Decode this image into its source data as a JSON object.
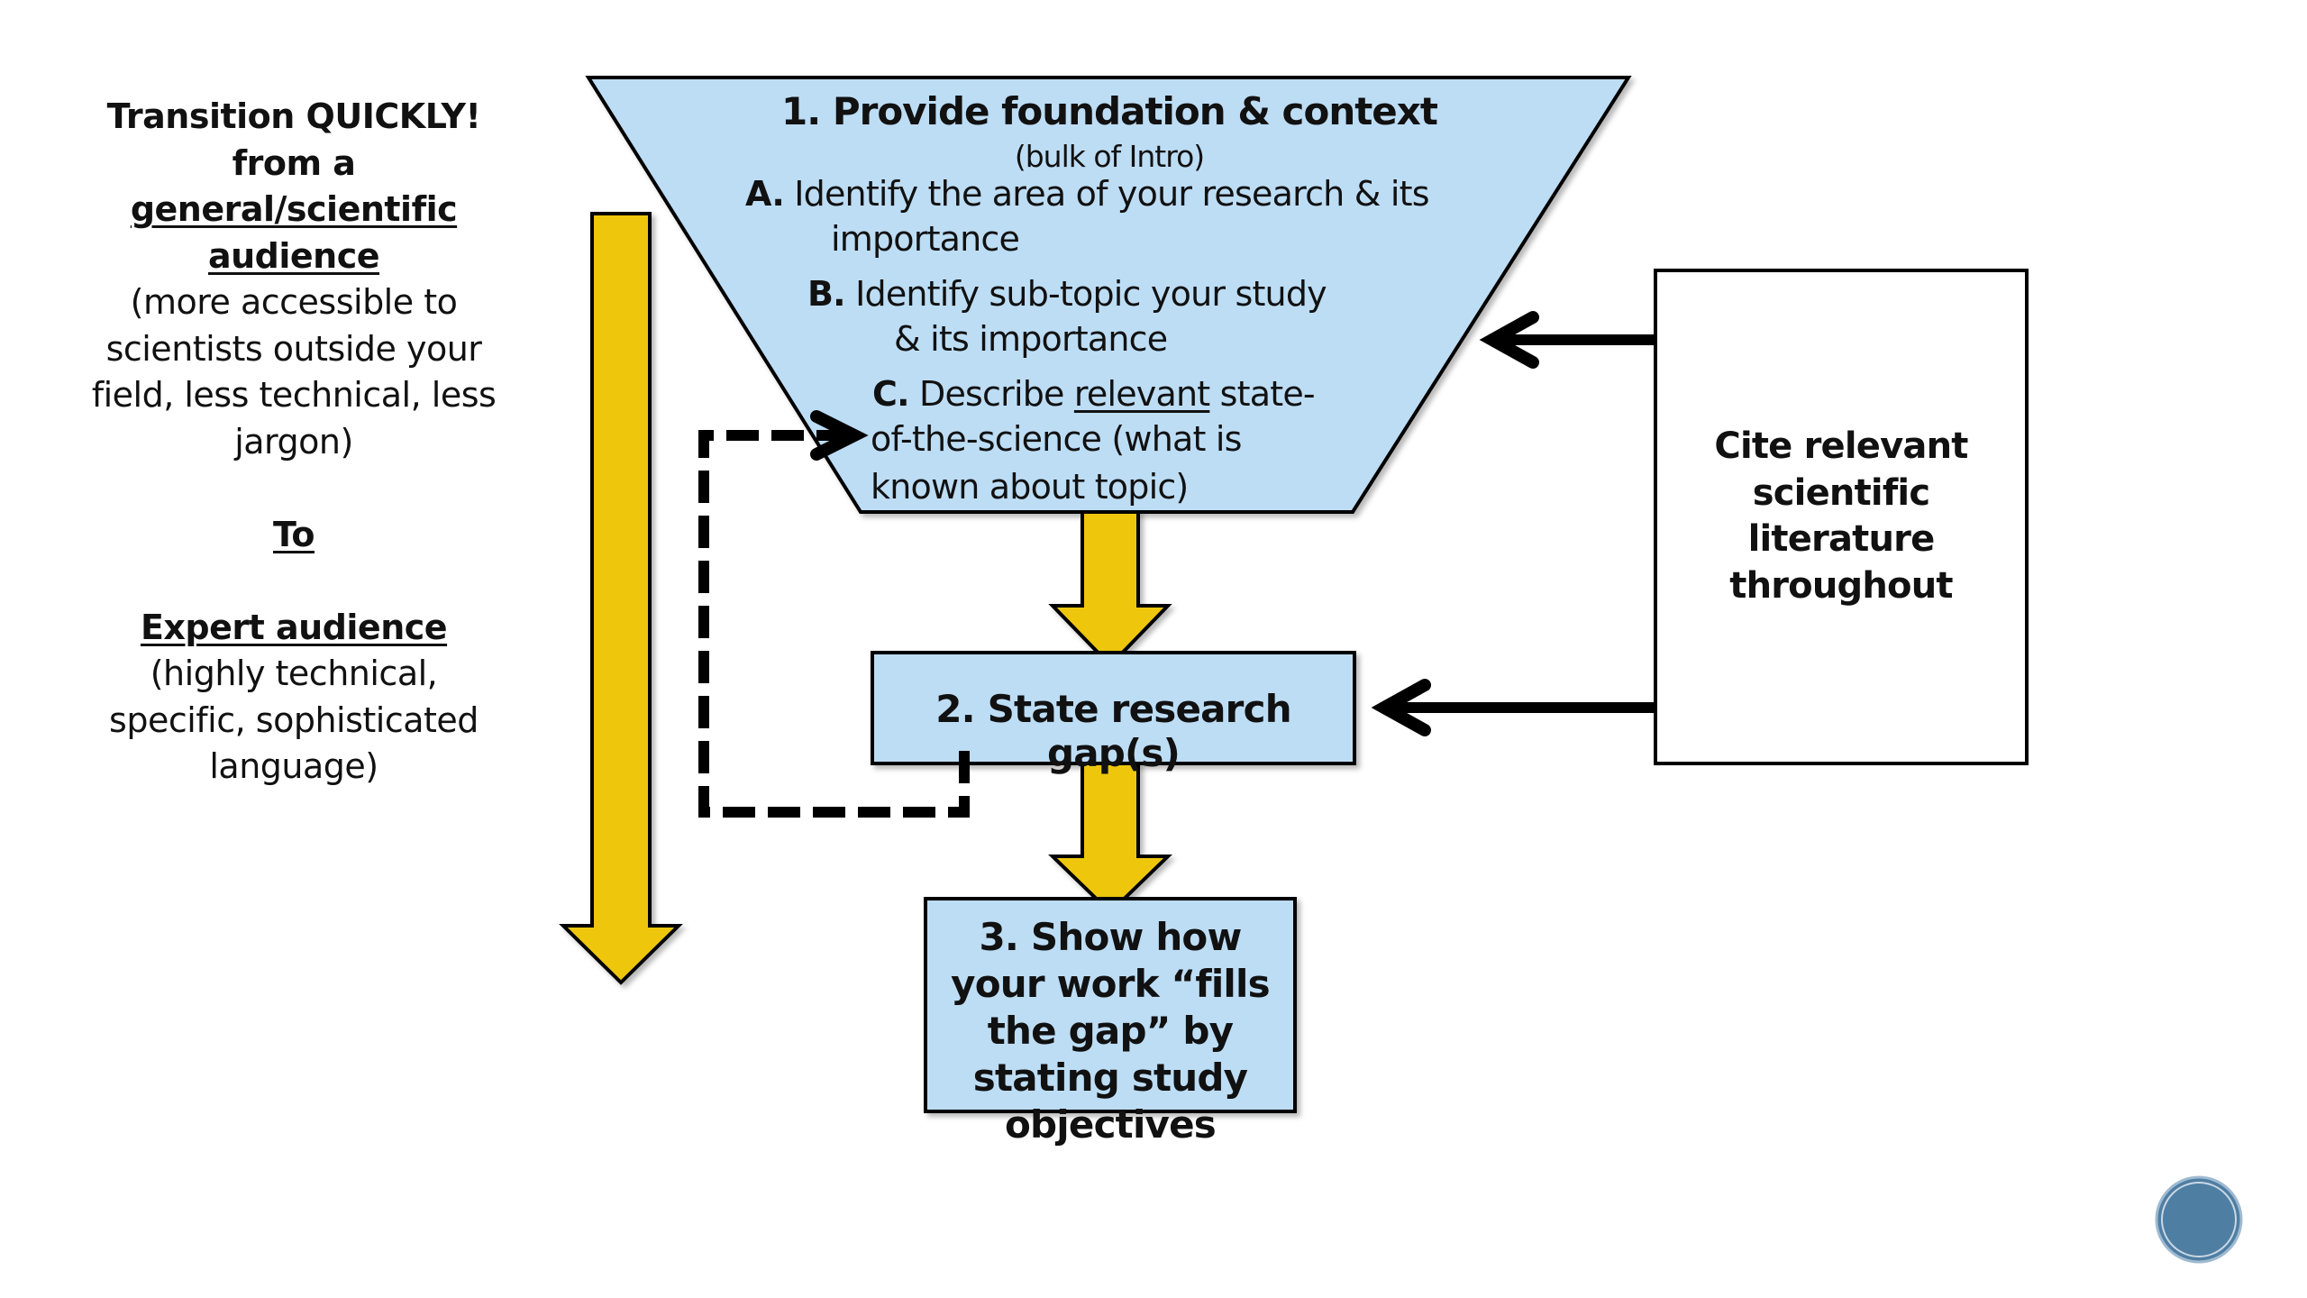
{
  "slide": {
    "colors": {
      "box_fill": "#BDDDF5",
      "arrow_yellow": "#EEC710",
      "stroke": "#000000",
      "nav_circle": "#4F7EA3"
    },
    "left_column": {
      "line1": "Transition QUICKLY!",
      "line2": "from a",
      "line3": "general/scientific",
      "line4": "audience",
      "note_lines": [
        "(more accessible to",
        "scientists outside your",
        "field, less technical, less",
        "jargon)"
      ],
      "to_label": "To",
      "expert_label": "Expert audience",
      "expert_note_lines": [
        "(highly technical,",
        "specific, sophisticated",
        "language)"
      ]
    },
    "funnel": {
      "title": "1. Provide foundation & context",
      "subtitle": "(bulk of Intro)",
      "item_a": {
        "label": "A.",
        "line1": "Identify the area of your research & its",
        "line2": "importance"
      },
      "item_b": {
        "label": "B.",
        "line1": "Identify sub-topic your study",
        "line2": "& its importance"
      },
      "item_c": {
        "label": "C.",
        "line1_pre": "Describe ",
        "line1_underlined": "relevant",
        "line1_post": " state-",
        "line2": "of-the-science (what is",
        "line3": "known about topic)"
      }
    },
    "step2": {
      "text": "2. State research gap(s)"
    },
    "step3": {
      "lines": [
        "3. Show how",
        "your work “fills",
        "the gap” by",
        "stating study",
        "objectives"
      ]
    },
    "cite_box": {
      "lines": [
        "Cite relevant",
        "scientific",
        "literature",
        "throughout"
      ]
    },
    "nav": {
      "icon": "slide-nav-circle-icon"
    }
  }
}
